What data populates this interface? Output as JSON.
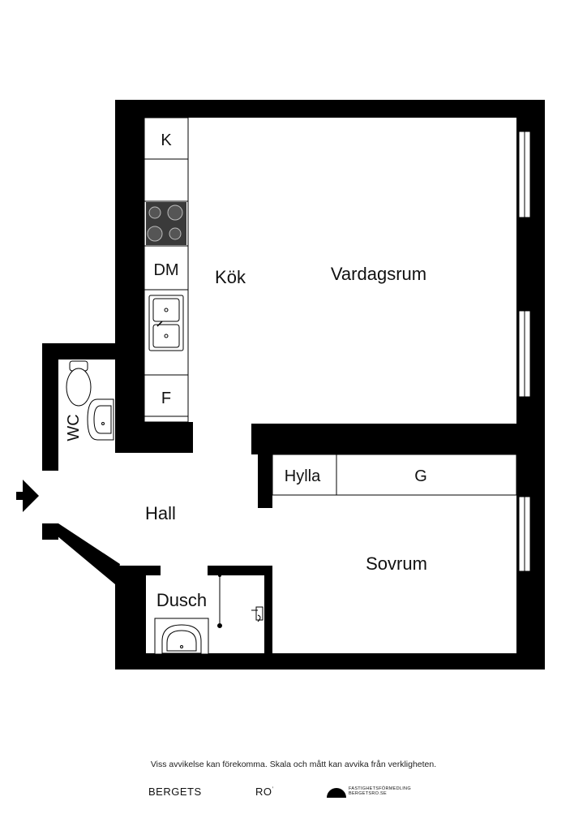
{
  "rooms": {
    "kok": "Kök",
    "vardagsrum": "Vardagsrum",
    "hall": "Hall",
    "sovrum": "Sovrum",
    "dusch": "Dusch",
    "wc": "WC",
    "hylla": "Hylla",
    "g": "G"
  },
  "fixtures": {
    "k": "K",
    "dm": "DM",
    "f": "F"
  },
  "icons": {
    "entrance": "arrow-right-icon",
    "stove": "stove-icon",
    "sink": "double-sink-icon",
    "toilet": "toilet-icon",
    "washbasin": "washbasin-icon",
    "shower": "shower-icon"
  },
  "footer": {
    "disclaimer": "Viss avvikelse kan förekomma. Skala och mått kan avvika från verkligheten.",
    "brand_left": "BERGETS",
    "brand_mid": "RO",
    "agency_line1": "FASTIGHETSFÖRMEDLING",
    "agency_line2": "BERGETSRO.SE"
  },
  "colors": {
    "wall": "#000000",
    "floor": "#ffffff",
    "stove": "#3a3a3a"
  }
}
